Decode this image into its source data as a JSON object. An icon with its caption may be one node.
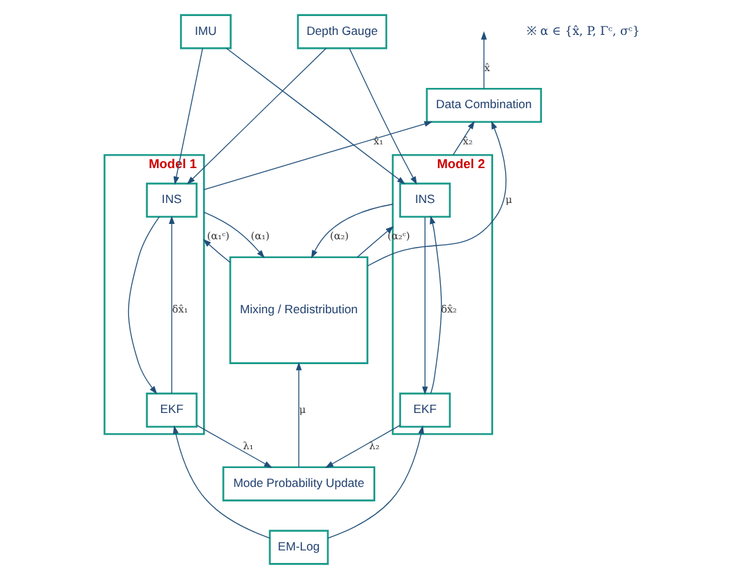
{
  "diagram": {
    "nodes": [
      {
        "text": [
          "IMU"
        ]
      },
      {
        "text": [
          "Depth Gauge"
        ]
      },
      {
        "text": [
          "Data Combination"
        ]
      },
      {
        "text": [
          "Model 1"
        ]
      },
      {
        "text": [
          "INS"
        ],
        "in": 3
      },
      {
        "text": [
          "EKF"
        ],
        "in": 3
      },
      {
        "text": [
          "Mixing / Redistribution"
        ]
      },
      {
        "text": [
          "Model 2"
        ]
      },
      {
        "text": [
          "INS"
        ],
        "in": 7
      },
      {
        "text": [
          "EKF"
        ],
        "in": 7
      },
      {
        "text": [
          "Mode Probability Update"
        ]
      },
      {
        "text": [
          "EM-Log"
        ]
      }
    ],
    "edges": [
      {
        "from": 0,
        "to": 4,
        "arrow": "to"
      },
      {
        "from": 0,
        "to": 8,
        "arrow": "to"
      },
      {
        "from": 1,
        "to": 4,
        "arrow": "to"
      },
      {
        "from": 1,
        "to": 8,
        "arrow": "to"
      },
      {
        "from": 2,
        "to": null,
        "arrow": "to",
        "label": "x̂"
      },
      {
        "from": 3,
        "to": 2,
        "arrow": "to",
        "label": "x̂₁"
      },
      {
        "from": 7,
        "to": 2,
        "arrow": "to",
        "label": "x̂₂"
      },
      {
        "from": 6,
        "to": 2,
        "arrow": "to",
        "label": "μ"
      },
      {
        "from": 4,
        "to": 5,
        "arrow": "to"
      },
      {
        "from": 5,
        "to": 4,
        "arrow": "to",
        "label": "δx̂₁"
      },
      {
        "from": 8,
        "to": 9,
        "arrow": "to"
      },
      {
        "from": 9,
        "to": 8,
        "arrow": "to",
        "label": "δx̂₂"
      },
      {
        "from": 3,
        "to": 6,
        "arrow": "to",
        "label": "(α₁)"
      },
      {
        "from": 6,
        "to": 3,
        "arrow": "to",
        "label": "(α₁ᶜ)"
      },
      {
        "from": 7,
        "to": 6,
        "arrow": "to",
        "label": "(α₂)"
      },
      {
        "from": 6,
        "to": 7,
        "arrow": "to",
        "label": "(α₂ᶜ)"
      },
      {
        "from": 5,
        "to": 10,
        "arrow": "to",
        "label": "λ₁"
      },
      {
        "from": 9,
        "to": 10,
        "arrow": "to",
        "label": "λ₂"
      },
      {
        "from": 10,
        "to": 6,
        "arrow": "to",
        "label": "μ"
      },
      {
        "from": 11,
        "to": 5,
        "arrow": "to"
      },
      {
        "from": 11,
        "to": 9,
        "arrow": "to"
      }
    ],
    "labels": [
      "※ α ∈ {x̂, P, Γᶜ, σᶜ}"
    ]
  }
}
